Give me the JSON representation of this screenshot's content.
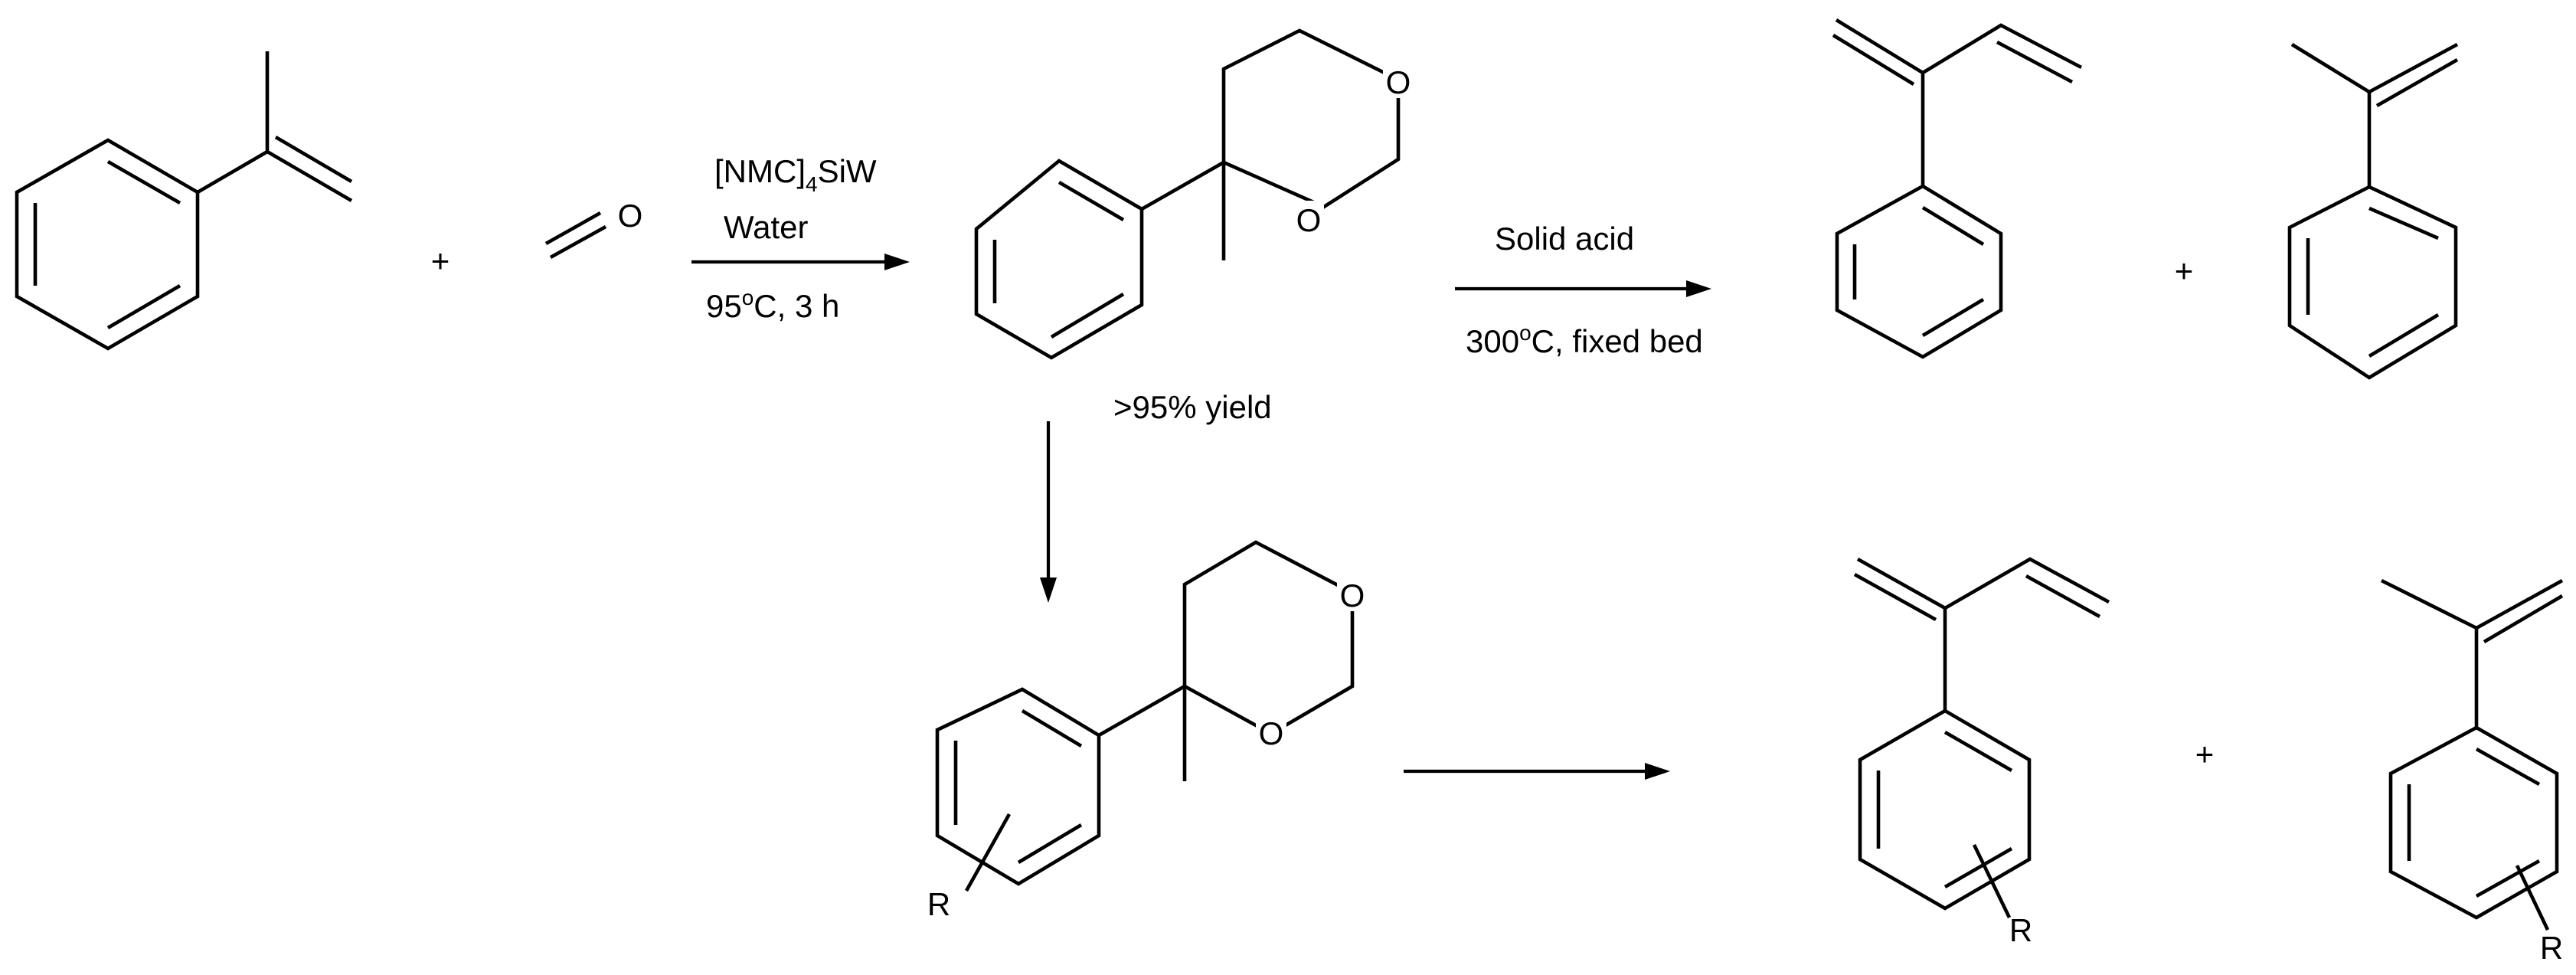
{
  "reagents_1": {
    "catalyst_main": "[NMC]",
    "catalyst_sub": "4",
    "catalyst_tail": "SiW",
    "solvent": "Water",
    "temp_value": "95",
    "temp_deg": "o",
    "temp_rest": "C, 3 h"
  },
  "yield_1": ">95% yield",
  "reagents_2": {
    "catalyst": "Solid acid",
    "temp_value": "300",
    "temp_deg": "o",
    "temp_rest": "C, fixed bed"
  },
  "plus": "+",
  "atoms": {
    "oxygen": "O",
    "substituent": "R"
  }
}
